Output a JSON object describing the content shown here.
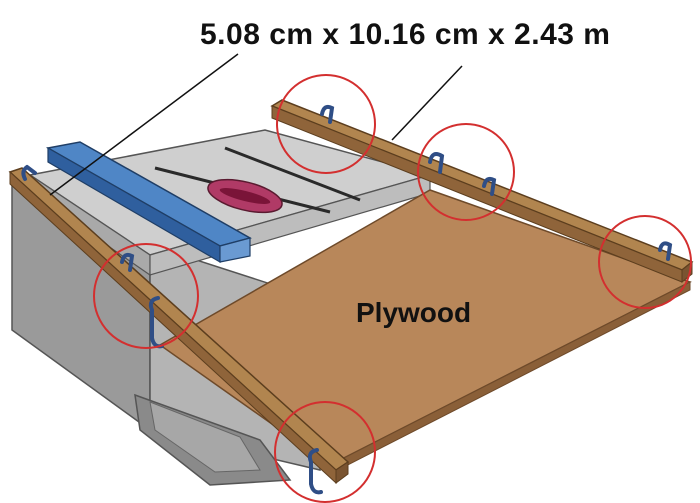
{
  "labels": {
    "dimensions": "5.08 cm x 10.16 cm x 2.43 m",
    "plywood": "Plywood"
  },
  "colors": {
    "plywood": "#b8875a",
    "plywood_edge": "#8a5f38",
    "rail_wood": "#a77b4c",
    "rail_wood_dark": "#7a5431",
    "saw_top": "#c9c9c9",
    "saw_body": "#a4a4a4",
    "saw_dark": "#7c7c7c",
    "blade_slot": "#c2185b",
    "fence_blue": "#3a6fb0",
    "clamp": "#2f4e86",
    "highlight_circle": "#d32f2f"
  },
  "icons": {
    "clamp": "c-clamp-icon",
    "highlight": "highlight-circle"
  }
}
